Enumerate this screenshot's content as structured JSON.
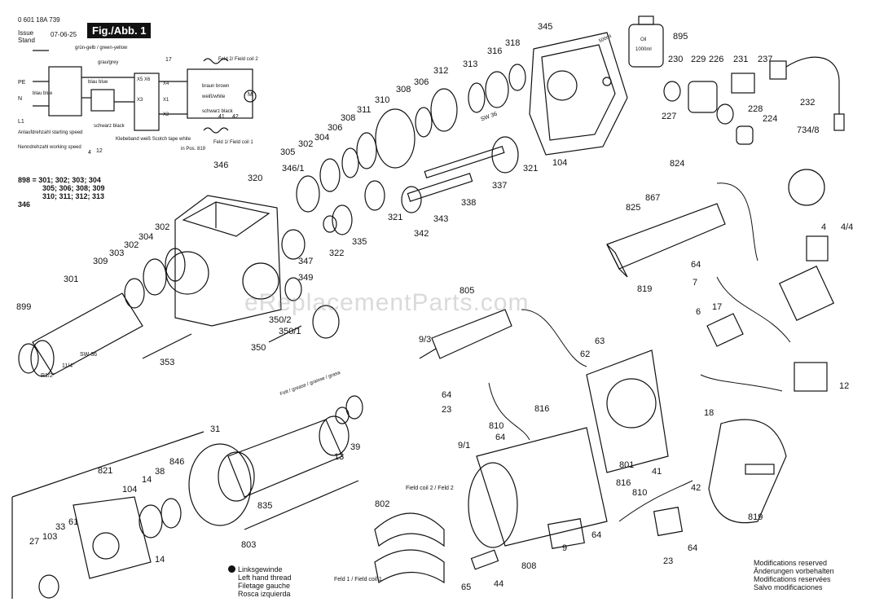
{
  "header": {
    "doc_number": "0 601 18A 739",
    "figure_label": "Fig./Abb. 1",
    "issue_label": "Issue",
    "stand_label": "Stand",
    "issue_date": "07-06-25"
  },
  "kit_note": {
    "line1": "898 = 301; 302; 303; 304",
    "line2": "305; 306; 308; 309",
    "line3": "310; 311; 312; 313",
    "line4": "346"
  },
  "wiring_labels": {
    "gn_ge": "grün-gelb / green-yellow",
    "pe": "PE",
    "n": "N",
    "l1": "L1",
    "grau": "grau/grey",
    "blau1": "blau blue",
    "blau2": "blau blue",
    "schwarz": "schwarz black",
    "braun": "braun brown",
    "weiss": "weiß/white",
    "schwarz2": "schwarz black",
    "feld2": "Feld 2/ Field coil 2",
    "feld1": "Feld 1/ Field coil 1",
    "klebeband": "Klebeband weiß Scotch tape white",
    "anlauf": "Anlaufdrehzahl starting speed",
    "nenn": "Nenndrehzahl working speed",
    "m": "M",
    "x5x6": "X5 X6",
    "x3": "X3",
    "x4": "X4",
    "x1": "X1",
    "x2": "X2",
    "num17": "17",
    "num12": "12",
    "num4": "4",
    "num41": "41",
    "num42": "42",
    "in_pos": "in Pos. 819"
  },
  "part_labels": {
    "p345": "345",
    "p895": "895",
    "p500ml": "500ml",
    "poil": "Oil",
    "p1000ml": "1000ml",
    "p230": "230",
    "p229": "229",
    "p226": "226",
    "p231": "231",
    "p237": "237",
    "p232": "232",
    "p227": "227",
    "p228": "228",
    "p224": "224",
    "p734_8": "734/8",
    "p316": "316",
    "p318": "318",
    "p313": "313",
    "p312": "312",
    "p306a": "306",
    "p308a": "308",
    "p310": "310",
    "p311": "311",
    "p306b": "306",
    "p308b": "308",
    "p304": "304",
    "p302a": "302",
    "p305": "305",
    "psw36a": "SW 36",
    "p321a": "321",
    "p104a": "104",
    "p337": "337",
    "p338": "338",
    "p321b": "321",
    "p343": "343",
    "p342": "342",
    "p335": "335",
    "p322": "322",
    "p346": "346",
    "p320": "320",
    "p346_1": "346/1",
    "p347": "347",
    "p349": "349",
    "p350_2": "350/2",
    "p350_1": "350/1",
    "p350": "350",
    "p353": "353",
    "p302b": "302",
    "p304b": "304",
    "p302c": "302",
    "p303": "303",
    "p309": "309",
    "p301": "301",
    "p899": "899",
    "psw36b": "SW 36",
    "p11_4": "11/4\"",
    "pr12": "R1/2\"",
    "p824": "824",
    "p867": "867",
    "p825": "825",
    "p64a": "64",
    "p819a": "819",
    "p7": "7",
    "p6": "6",
    "p17": "17",
    "p805": "805",
    "p9_3": "9/3",
    "p63": "63",
    "p62": "62",
    "p4": "4",
    "p4_4": "4/4",
    "p12": "12",
    "p64b": "64",
    "p23a": "23",
    "p810a": "810",
    "p816a": "816",
    "p9_1": "9/1",
    "p64c": "64",
    "p801": "801",
    "p41": "41",
    "p18": "18",
    "p42": "42",
    "p819b": "819",
    "p816b": "816",
    "p810b": "810",
    "p64d": "64",
    "p23b": "23",
    "p64e": "64",
    "p802": "802",
    "p808": "808",
    "p9": "9",
    "p65": "65",
    "p44": "44",
    "p31": "31",
    "p39": "39",
    "p13": "13",
    "p835": "835",
    "p803": "803",
    "p821": "821",
    "p104b": "104",
    "p14a": "14",
    "p38": "38",
    "p846": "846",
    "p14b": "14",
    "p27": "27",
    "p103": "103",
    "p33": "33",
    "p61": "61",
    "fett": "Fett / grease / graisse / grasa",
    "feld1_lbl": "Feld 1 / Field coil 1",
    "feld2_lbl": "Field coil 2 / Feld 2"
  },
  "left_hand_note": {
    "line1": "Linksgewinde",
    "line2": "Left hand thread",
    "line3": "Filetage gauche",
    "line4": "Rosca izquierda"
  },
  "modifications": {
    "line1": "Modifications reserved",
    "line2": "Änderungen vorbehalten",
    "line3": "Modifications reservées",
    "line4": "Salvo modificaciones"
  },
  "watermark": "eReplacementParts.com"
}
